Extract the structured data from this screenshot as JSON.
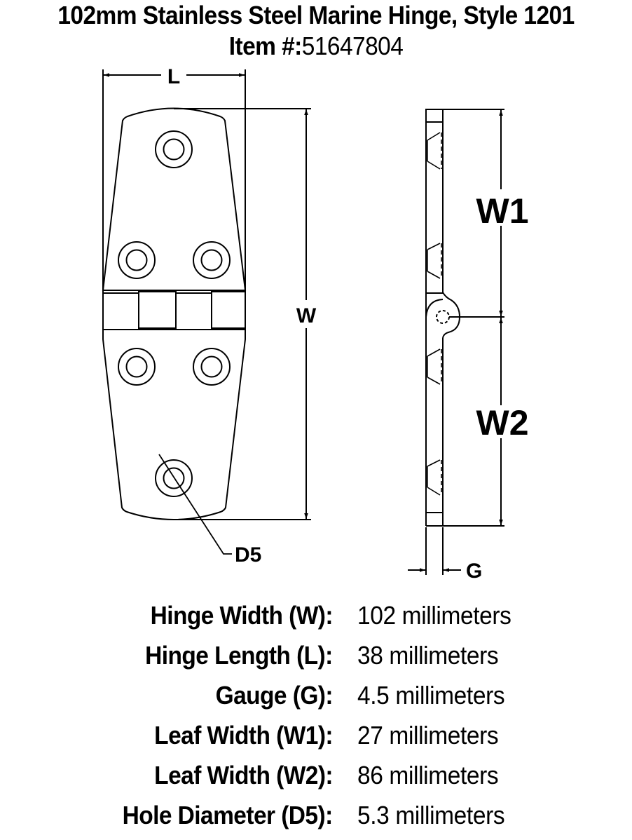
{
  "title": {
    "line1": "102mm Stainless Steel Marine Hinge, Style 1201",
    "item_label": "Item #:",
    "item_number": "51647804"
  },
  "drawing": {
    "front_view": {
      "length_label": "L",
      "width_label": "W",
      "hole_label": "D5"
    },
    "side_view": {
      "leaf1_label": "W1",
      "leaf2_label": "W2",
      "gauge_label": "G"
    }
  },
  "specs": [
    {
      "label": "Hinge Width (W):",
      "value": "102 millimeters"
    },
    {
      "label": "Hinge Length (L):",
      "value": "38 millimeters"
    },
    {
      "label": "Gauge (G):",
      "value": "4.5 millimeters"
    },
    {
      "label": "Leaf Width (W1):",
      "value": "27 millimeters"
    },
    {
      "label": "Leaf Width (W2):",
      "value": "86 millimeters"
    },
    {
      "label": "Hole Diameter (D5):",
      "value": "5.3 millimeters"
    }
  ],
  "colors": {
    "ink": "#000000",
    "background": "#ffffff"
  }
}
